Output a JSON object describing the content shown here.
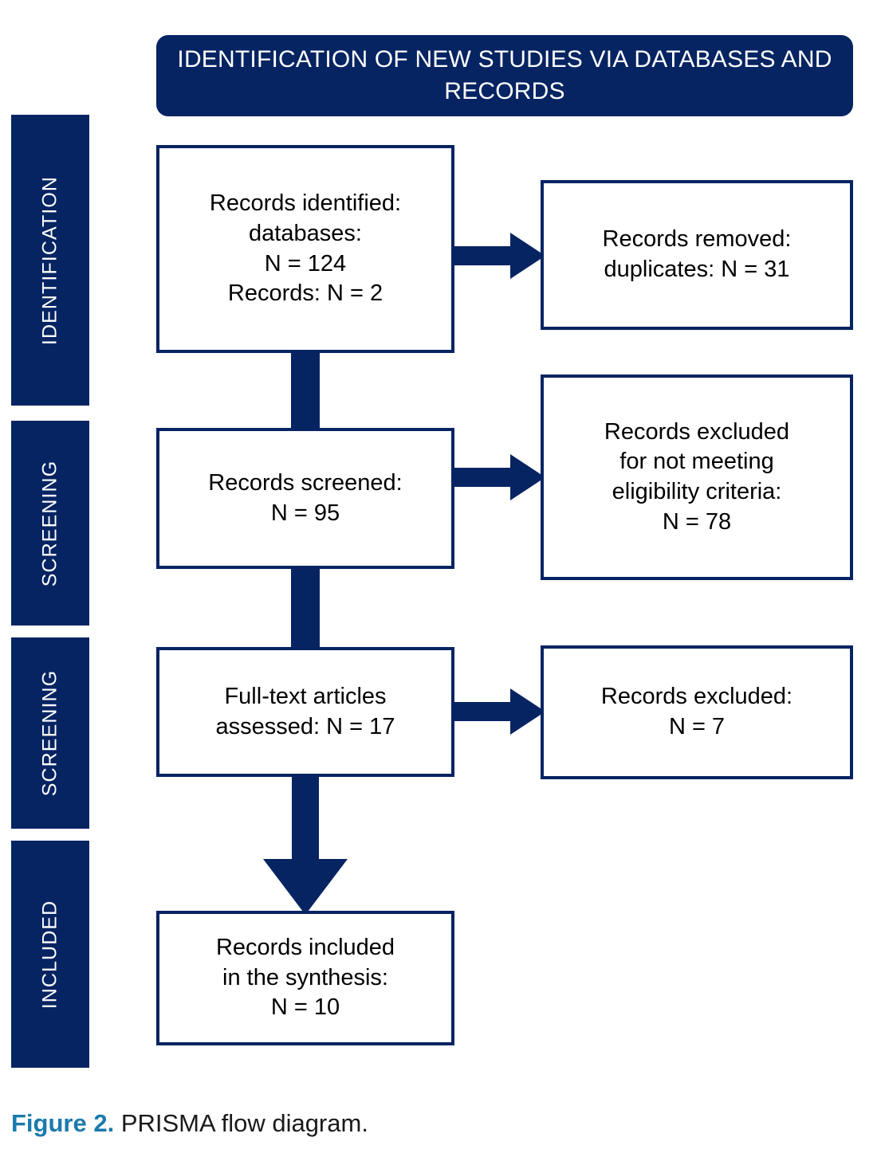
{
  "figure": {
    "banner_title": "IDENTIFICATION OF NEW STUDIES VIA DATABASES AND RECORDS",
    "caption_label": "Figure 2.",
    "caption_text": "PRISMA flow diagram.",
    "colors": {
      "navy": "#062462",
      "accent_teal": "#1b7aad",
      "box_fill": "#ffffff",
      "text": "#000000"
    }
  },
  "stages": [
    {
      "id": "identification",
      "label": "IDENTIFICATION"
    },
    {
      "id": "screening-1",
      "label": "SCREENING"
    },
    {
      "id": "screening-2",
      "label": "SCREENING"
    },
    {
      "id": "included",
      "label": "INCLUDED"
    }
  ],
  "flow": {
    "identified": {
      "lines": [
        "Records identified:",
        "databases:",
        "N = 124",
        "Records: N = 2"
      ]
    },
    "duplicates_removed": {
      "lines": [
        "Records removed:",
        "duplicates: N = 31"
      ]
    },
    "screened": {
      "lines": [
        "Records screened:",
        "N = 95"
      ]
    },
    "excluded_eligibility": {
      "lines": [
        "Records excluded",
        "for not meeting",
        "eligibility criteria:",
        "N = 78"
      ]
    },
    "fulltext_assessed": {
      "lines": [
        "Full-text articles",
        "assessed: N = 17"
      ]
    },
    "excluded_fulltext": {
      "lines": [
        "Records excluded:",
        "N = 7"
      ]
    },
    "included_synthesis": {
      "lines": [
        "Records included",
        "in the synthesis:",
        "N = 10"
      ]
    }
  },
  "chart_data": {
    "type": "diagram",
    "title": "IDENTIFICATION OF NEW STUDIES VIA DATABASES AND RECORDS",
    "nodes": [
      {
        "id": "identified",
        "stage": "IDENTIFICATION",
        "column": "left",
        "label": "Records identified: databases: N = 124 Records: N = 2",
        "value": 124,
        "extra_value": 2
      },
      {
        "id": "duplicates_removed",
        "stage": "IDENTIFICATION",
        "column": "right",
        "label": "Records removed: duplicates: N = 31",
        "value": 31
      },
      {
        "id": "screened",
        "stage": "SCREENING",
        "column": "left",
        "label": "Records screened: N = 95",
        "value": 95
      },
      {
        "id": "excluded_eligibility",
        "stage": "SCREENING",
        "column": "right",
        "label": "Records excluded for not meeting eligibility criteria: N = 78",
        "value": 78
      },
      {
        "id": "fulltext_assessed",
        "stage": "SCREENING",
        "column": "left",
        "label": "Full-text articles assessed: N = 17",
        "value": 17
      },
      {
        "id": "excluded_fulltext",
        "stage": "SCREENING",
        "column": "right",
        "label": "Records excluded: N = 7",
        "value": 7
      },
      {
        "id": "included_synthesis",
        "stage": "INCLUDED",
        "column": "left",
        "label": "Records included in the synthesis: N = 10",
        "value": 10
      }
    ],
    "edges": [
      {
        "from": "identified",
        "to": "duplicates_removed",
        "direction": "right"
      },
      {
        "from": "identified",
        "to": "screened",
        "direction": "down"
      },
      {
        "from": "screened",
        "to": "excluded_eligibility",
        "direction": "right"
      },
      {
        "from": "screened",
        "to": "fulltext_assessed",
        "direction": "down"
      },
      {
        "from": "fulltext_assessed",
        "to": "excluded_fulltext",
        "direction": "right"
      },
      {
        "from": "fulltext_assessed",
        "to": "included_synthesis",
        "direction": "down"
      }
    ]
  }
}
